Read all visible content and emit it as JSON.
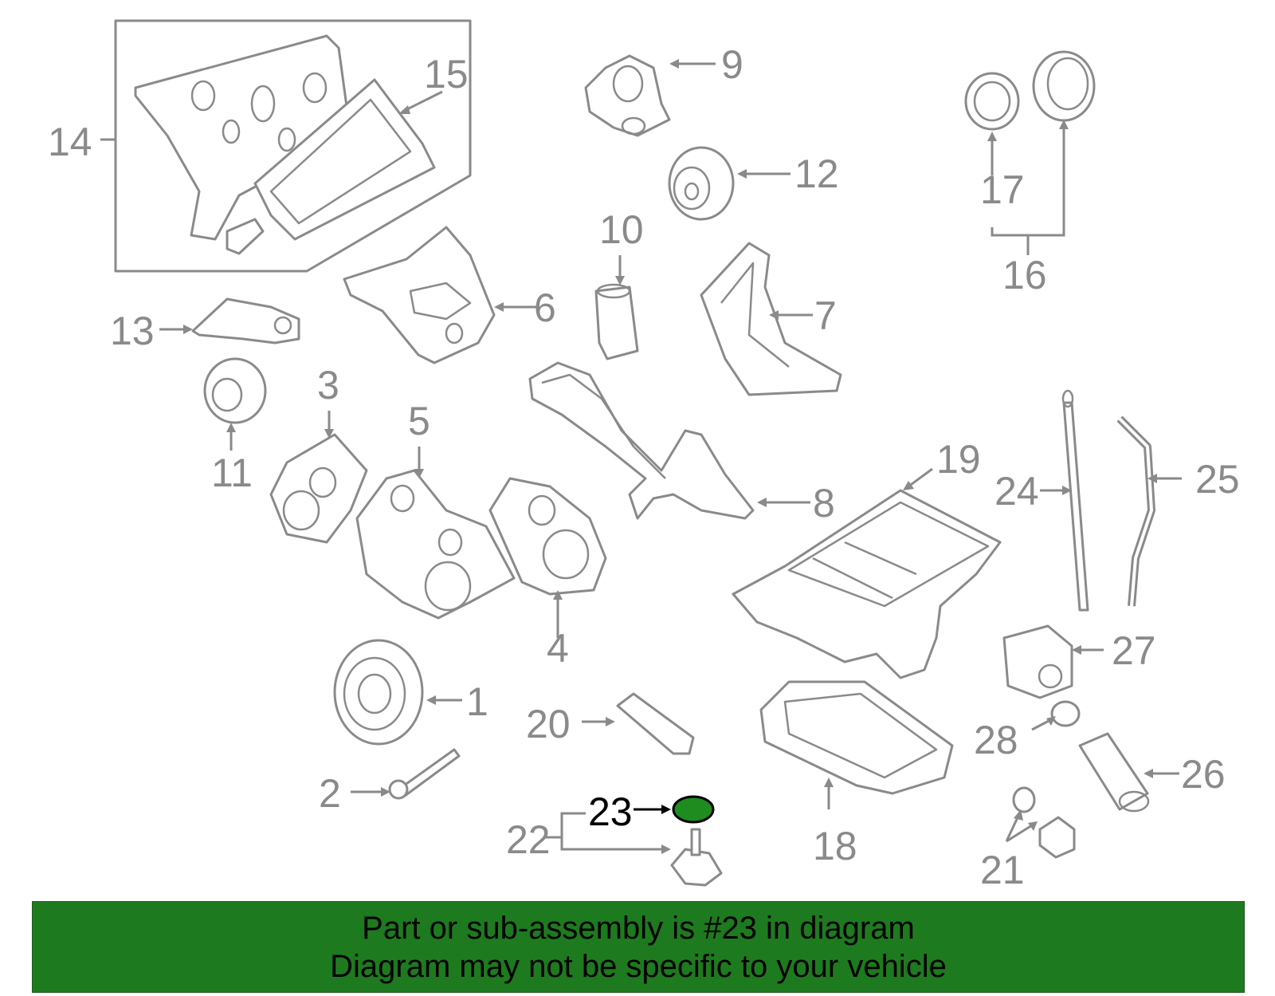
{
  "callouts": {
    "c1": "1",
    "c2": "2",
    "c3": "3",
    "c4": "4",
    "c5": "5",
    "c6": "6",
    "c7": "7",
    "c8": "8",
    "c9": "9",
    "c10": "10",
    "c11": "11",
    "c12": "12",
    "c13": "13",
    "c14": "14",
    "c15": "15",
    "c16": "16",
    "c17": "17",
    "c18": "18",
    "c19": "19",
    "c20": "20",
    "c21": "21",
    "c22": "22",
    "c23": "23",
    "c24": "24",
    "c25": "25",
    "c26": "26",
    "c27": "27",
    "c28": "28"
  },
  "highlight": {
    "part_number": "23",
    "color": "#1e8c1e",
    "text_color": "#000000"
  },
  "banner": {
    "line1": "Part or sub-assembly is #23 in diagram",
    "line2": "Diagram may not be specific to your vehicle",
    "color": "#1e7a1e"
  }
}
